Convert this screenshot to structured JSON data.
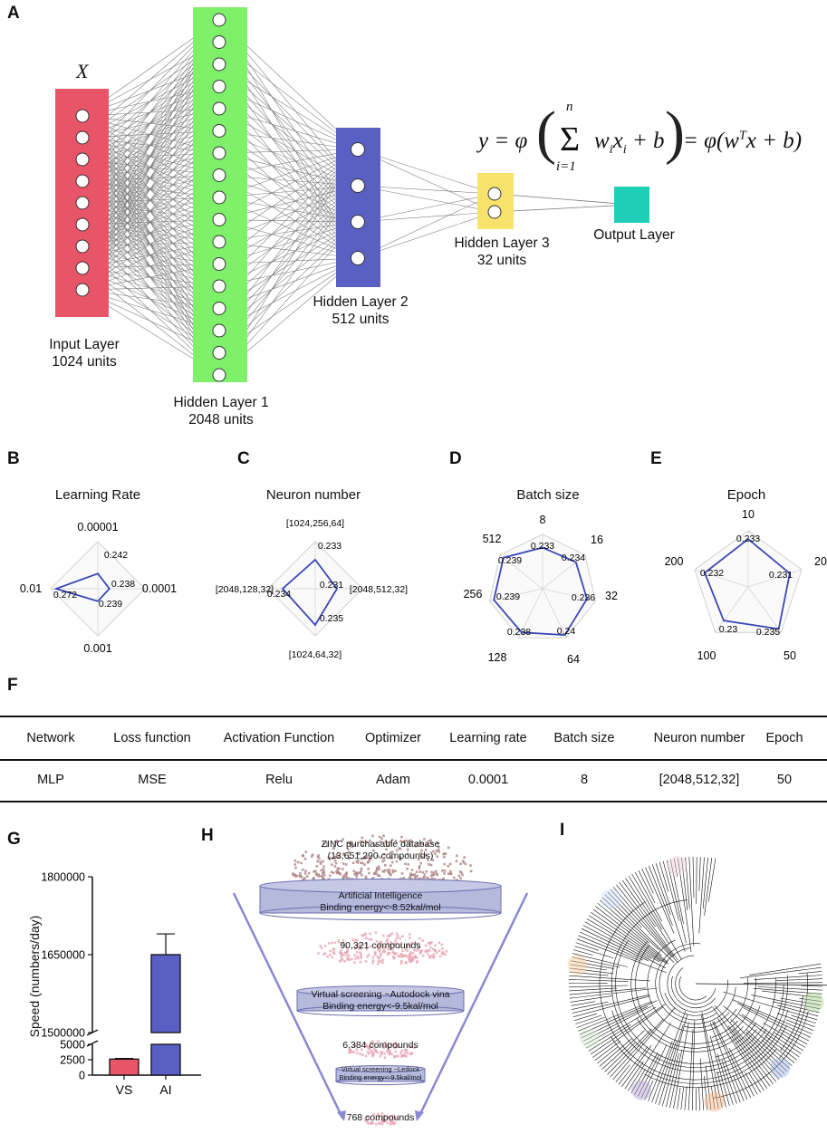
{
  "panels": {
    "a": "A",
    "b": "B",
    "c": "C",
    "d": "D",
    "e": "E",
    "f": "F",
    "g": "G",
    "h": "H",
    "i": "I"
  },
  "network": {
    "input_symbol": "X",
    "input_label": "Input Layer",
    "input_units": "1024 units",
    "hidden1_label": "Hidden Layer 1",
    "hidden1_units": "2048 units",
    "hidden2_label": "Hidden Layer 2",
    "hidden2_units": "512 units",
    "hidden3_label": "Hidden Layer 3",
    "hidden3_units": "32 units",
    "output_label": "Output Layer",
    "colors": {
      "input": "#e85468",
      "hidden1": "#7ef06a",
      "hidden2": "#5a5fc4",
      "hidden3": "#f7e36b",
      "output": "#1fcfb8"
    }
  },
  "formula": {
    "lhs": "y = φ",
    "sum_top": "n",
    "sum_bottom": "i=1",
    "terms": "w",
    "rhs": "= φ(w",
    "rhs_end": "x + b)"
  },
  "chart_data": [
    {
      "type": "radar",
      "title": "Learning Rate",
      "axes": [
        "0.00001",
        "0.0001",
        "0.001",
        "0.01"
      ],
      "values": [
        0.242,
        0.238,
        0.239,
        0.272
      ],
      "value_labels": [
        "0.242",
        "0.238",
        "0.239",
        "0.272"
      ]
    },
    {
      "type": "radar",
      "title": "Neuron number",
      "axes": [
        "[1024,256,64]",
        "[2048,512,32]",
        "[1024,64,32]",
        "[2048,128,32]"
      ],
      "values": [
        0.233,
        0.231,
        0.235,
        0.234
      ],
      "value_labels": [
        "0.233",
        "0.231",
        "0.235",
        "0.234"
      ]
    },
    {
      "type": "radar",
      "title": "Batch size",
      "axes": [
        "8",
        "16",
        "32",
        "64",
        "128",
        "256",
        "512"
      ],
      "values": [
        0.233,
        0.234,
        0.236,
        0.24,
        0.238,
        0.239,
        0.239
      ],
      "value_labels": [
        "0.233",
        "0.234",
        "0.236",
        "0.24",
        "0.238",
        "0.239",
        "0.239"
      ]
    },
    {
      "type": "radar",
      "title": "Epoch",
      "axes": [
        "10",
        "20",
        "50",
        "100",
        "200"
      ],
      "values": [
        0.233,
        0.231,
        0.235,
        0.23,
        0.232
      ],
      "value_labels": [
        "0.233",
        "0.231",
        "0.235",
        "0.23",
        "0.232"
      ]
    },
    {
      "type": "bar",
      "title": "",
      "categories": [
        "VS",
        "AI"
      ],
      "values": [
        2600,
        1650000
      ],
      "error_top": [
        2700,
        1690000
      ],
      "ylabel": "Speed (numbers/day)",
      "y_ticks": [
        "1800000",
        "1650000",
        "1500000",
        "5000",
        "2500",
        "0"
      ],
      "colors": [
        "#e85468",
        "#5a5fc4"
      ],
      "axis_break": true
    }
  ],
  "table": {
    "headers": [
      "Network",
      "Loss function",
      "Activation Function",
      "Optimizer",
      "Learning rate",
      "Batch size",
      "Neuron number",
      "Epoch"
    ],
    "row": [
      "MLP",
      "MSE",
      "Relu",
      "Adam",
      "0.0001",
      "8",
      "[2048,512,32]",
      "50"
    ]
  },
  "funnel": {
    "db_title": "ZINC purchasable database",
    "db_count": "(13,651,290 compounds)",
    "filter1_a": "Artificial Intelligence",
    "filter1_b": "Binding energy<-8.52kal/mol",
    "count1": "90,321 compounds",
    "filter2_a": "Virtual screening ~Autodock vina",
    "filter2_b": "Binding energy<-9.5kal/mol",
    "count2": "6,384 compounds",
    "filter3_a": "Virtual screening ~Ledock",
    "filter3_b": "Binding energy<-9.5kal/mol",
    "count3": "768 compounds"
  }
}
